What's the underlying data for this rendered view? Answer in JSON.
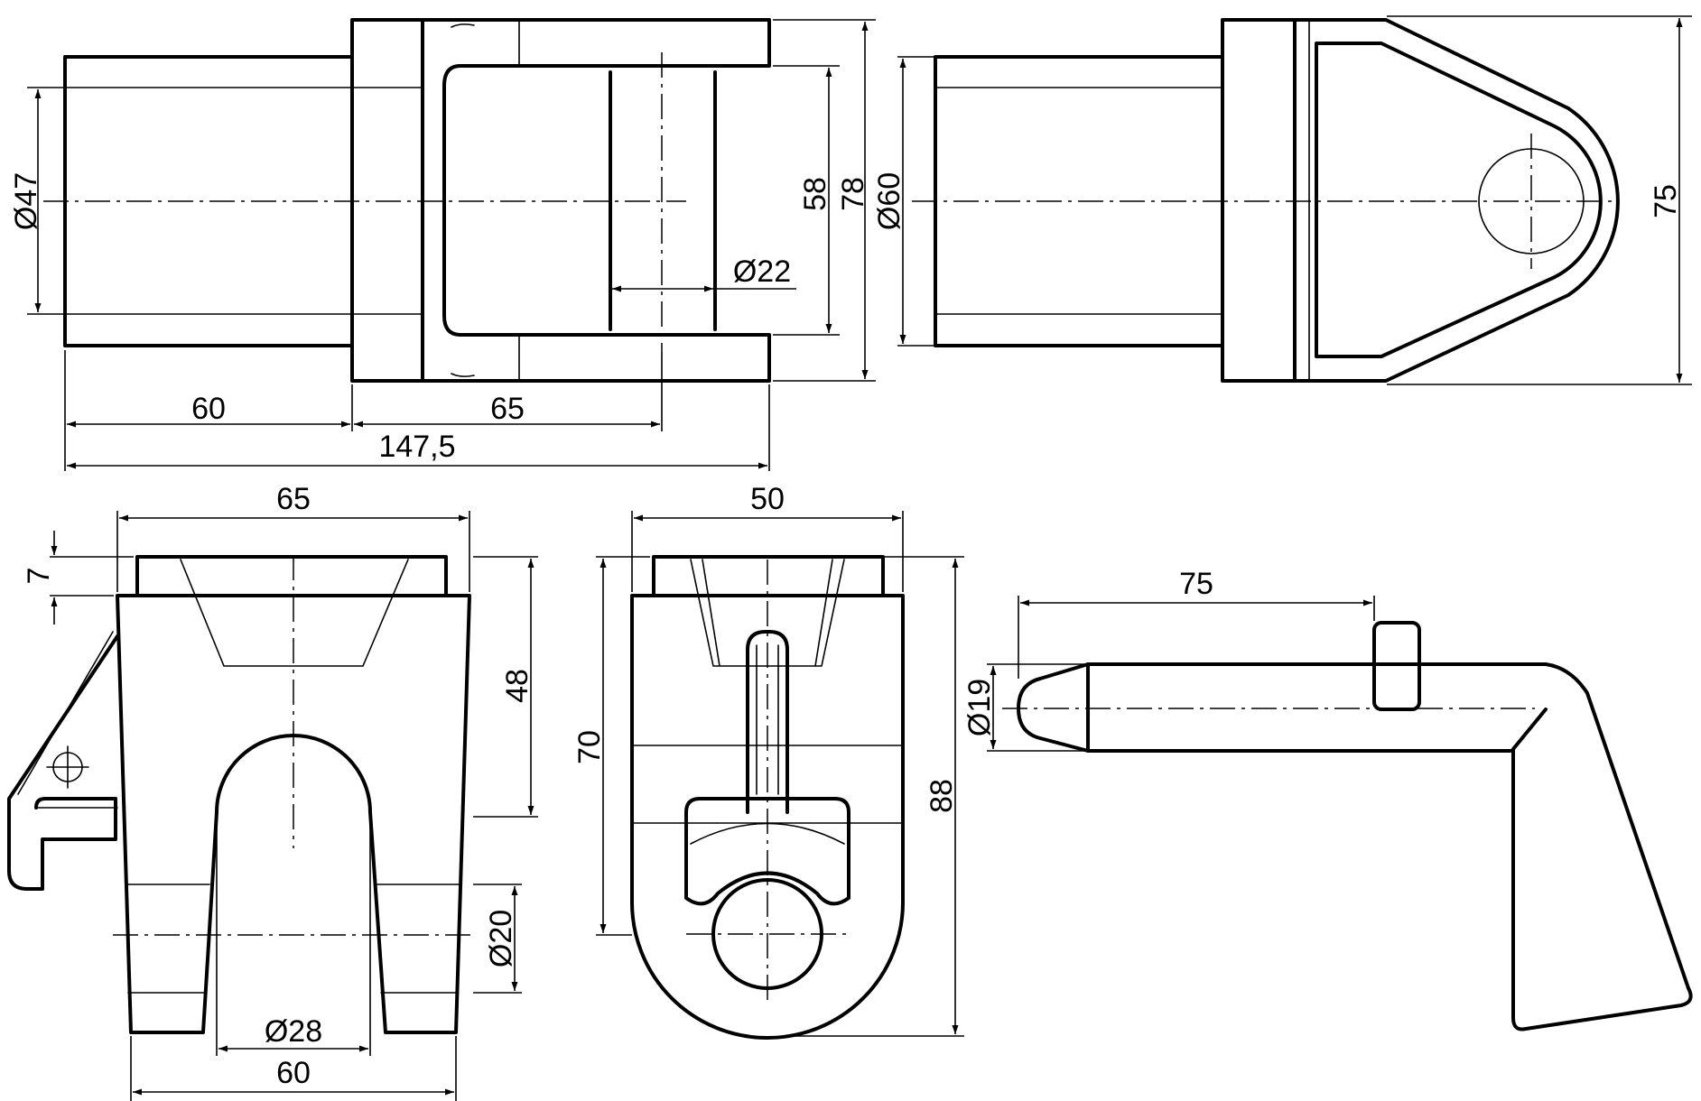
{
  "colors": {
    "line": "#000000",
    "background": "#ffffff"
  },
  "dimensions": {
    "top_front": {
      "shaft_diameter": "Ø47",
      "shaft_length": "60",
      "clevis_length": "65",
      "overall_length": "147,5",
      "inner_height": "58",
      "outer_height": "78",
      "pin_diameter": "Ø22"
    },
    "top_side": {
      "shaft_diameter": "Ø60",
      "height": "75"
    },
    "bottom_left": {
      "top_width": "65",
      "flange": "7",
      "height": "48",
      "hole_diameter": "Ø20",
      "slot_diameter": "Ø28",
      "base_width": "60"
    },
    "bottom_middle": {
      "width": "50",
      "inner_height": "70",
      "overall_height": "88"
    },
    "bottom_right": {
      "length": "75",
      "pin_diameter": "Ø19"
    }
  }
}
